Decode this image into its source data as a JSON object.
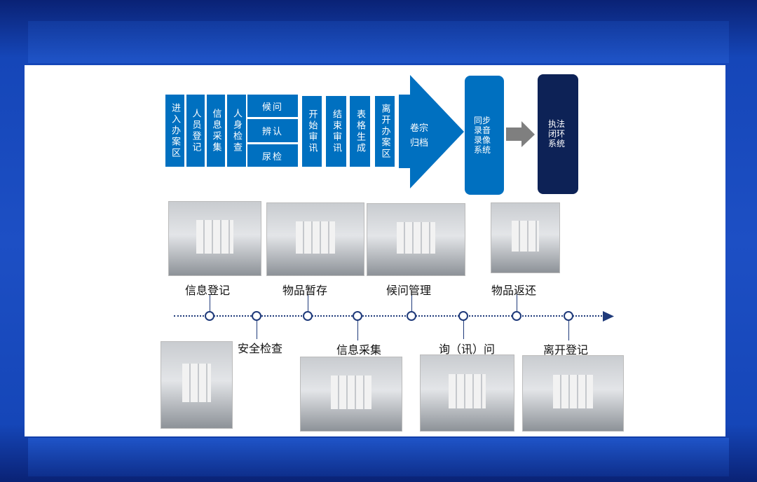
{
  "flow": {
    "steps": [
      "进入办案区",
      "人员登记",
      "信息采集",
      "人身检查"
    ],
    "stacked": [
      "候问",
      "辨认",
      "尿检"
    ],
    "steps2": [
      "开始审讯",
      "结束审讯",
      "表格生成",
      "离开办案区"
    ],
    "archive": [
      "卷宗",
      "归档"
    ],
    "sync_system": [
      "同步",
      "录音",
      "录像",
      "系统"
    ],
    "closed_loop": [
      "执法",
      "闭环",
      "系统"
    ]
  },
  "timeline": {
    "top": [
      "信息登记",
      "物品暂存",
      "候问管理",
      "物品返还"
    ],
    "bottom": [
      "安全检查",
      "信息采集",
      "询（讯）问",
      "离开登记"
    ]
  },
  "colors": {
    "primary": "#0070c0",
    "navy": "#0d2256",
    "frame": "#1546b8"
  }
}
